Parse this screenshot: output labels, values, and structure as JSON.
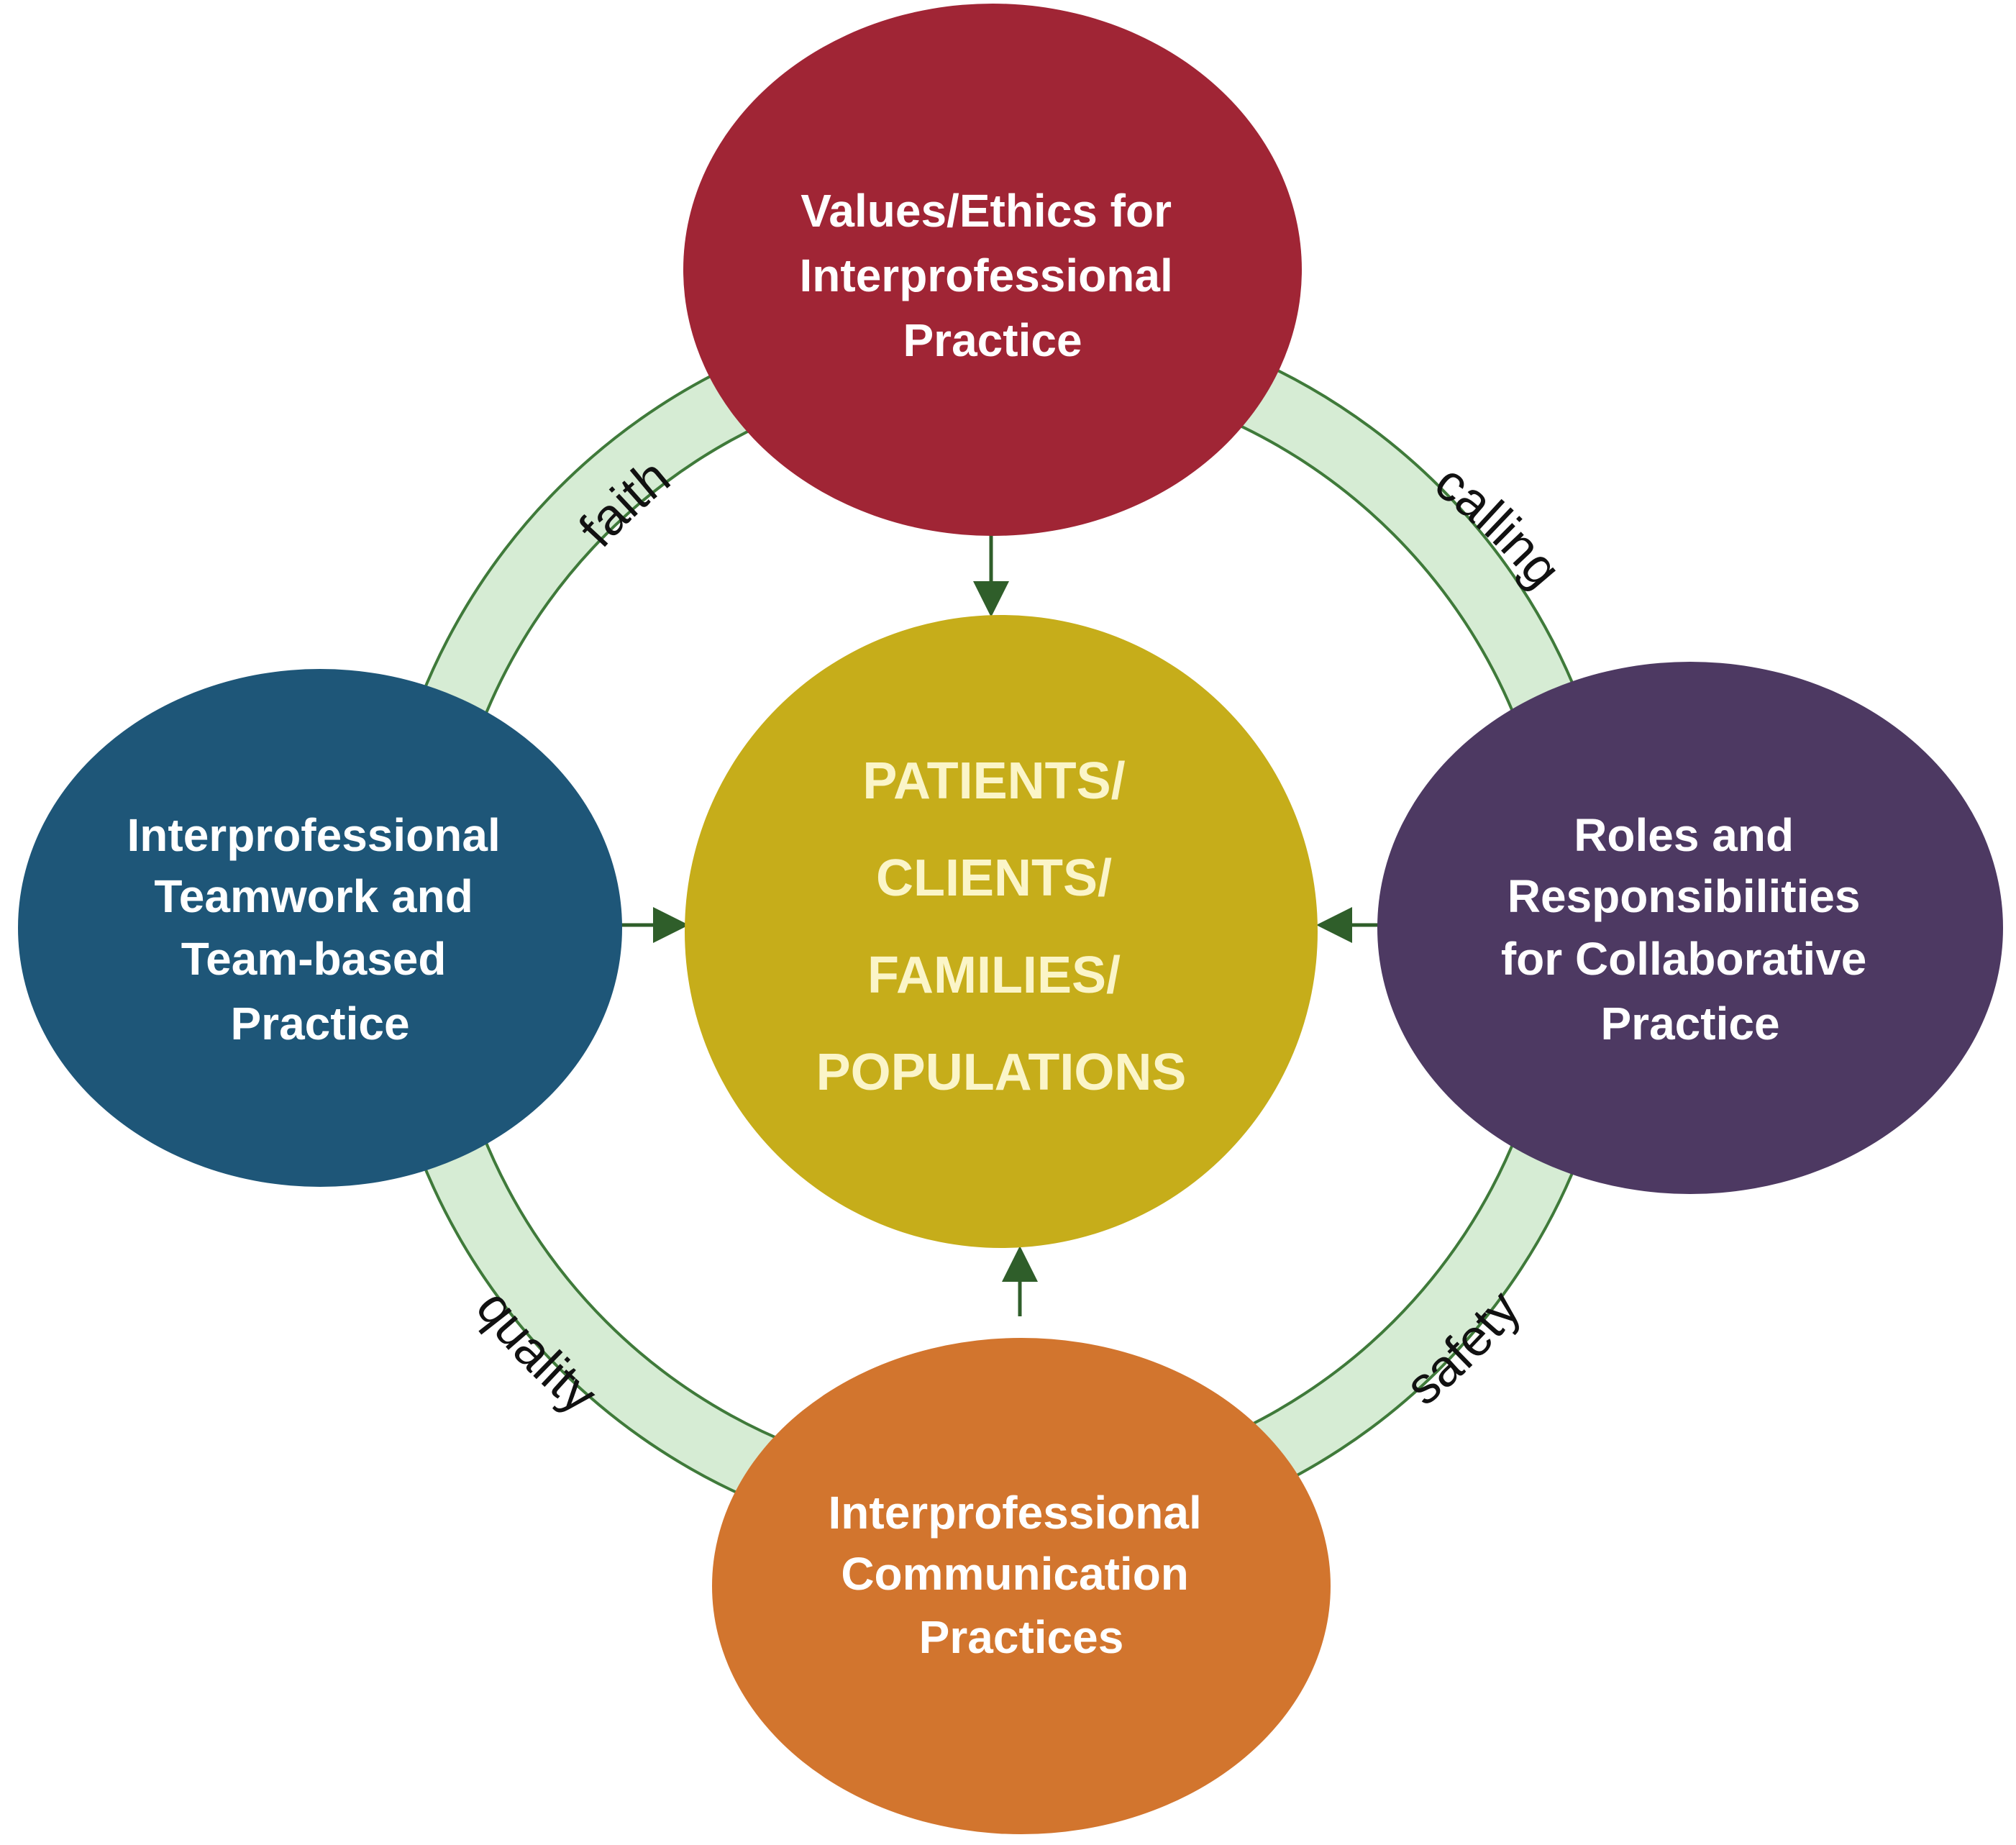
{
  "center": {
    "lines": [
      "PATIENTS/",
      "CLIENTS/",
      "FAMILIES/",
      "POPULATIONS"
    ],
    "color": "#c6ad1a"
  },
  "nodes": {
    "top": {
      "lines": [
        "Values/Ethics for",
        "Interprofessional",
        "Practice"
      ],
      "color": "#a02535"
    },
    "left": {
      "lines": [
        "Interprofessional",
        "Teamwork and",
        "Team-based",
        "Practice"
      ],
      "color": "#1e5678"
    },
    "right": {
      "lines": [
        "Roles and",
        "Responsibilities",
        "for Collaborative",
        "Practice"
      ],
      "color": "#4d3962"
    },
    "bottom": {
      "lines": [
        "Interprofessional",
        "Communication",
        "Practices"
      ],
      "color": "#d2752e"
    }
  },
  "ring": {
    "fill": "#d6ecd4",
    "stroke": "#3f7a3a",
    "labels": {
      "top_left": "faith",
      "top_right": "calling",
      "bottom_left": "quality",
      "bottom_right": "safety"
    }
  },
  "arrows": {
    "color": "#2f5e2a"
  }
}
